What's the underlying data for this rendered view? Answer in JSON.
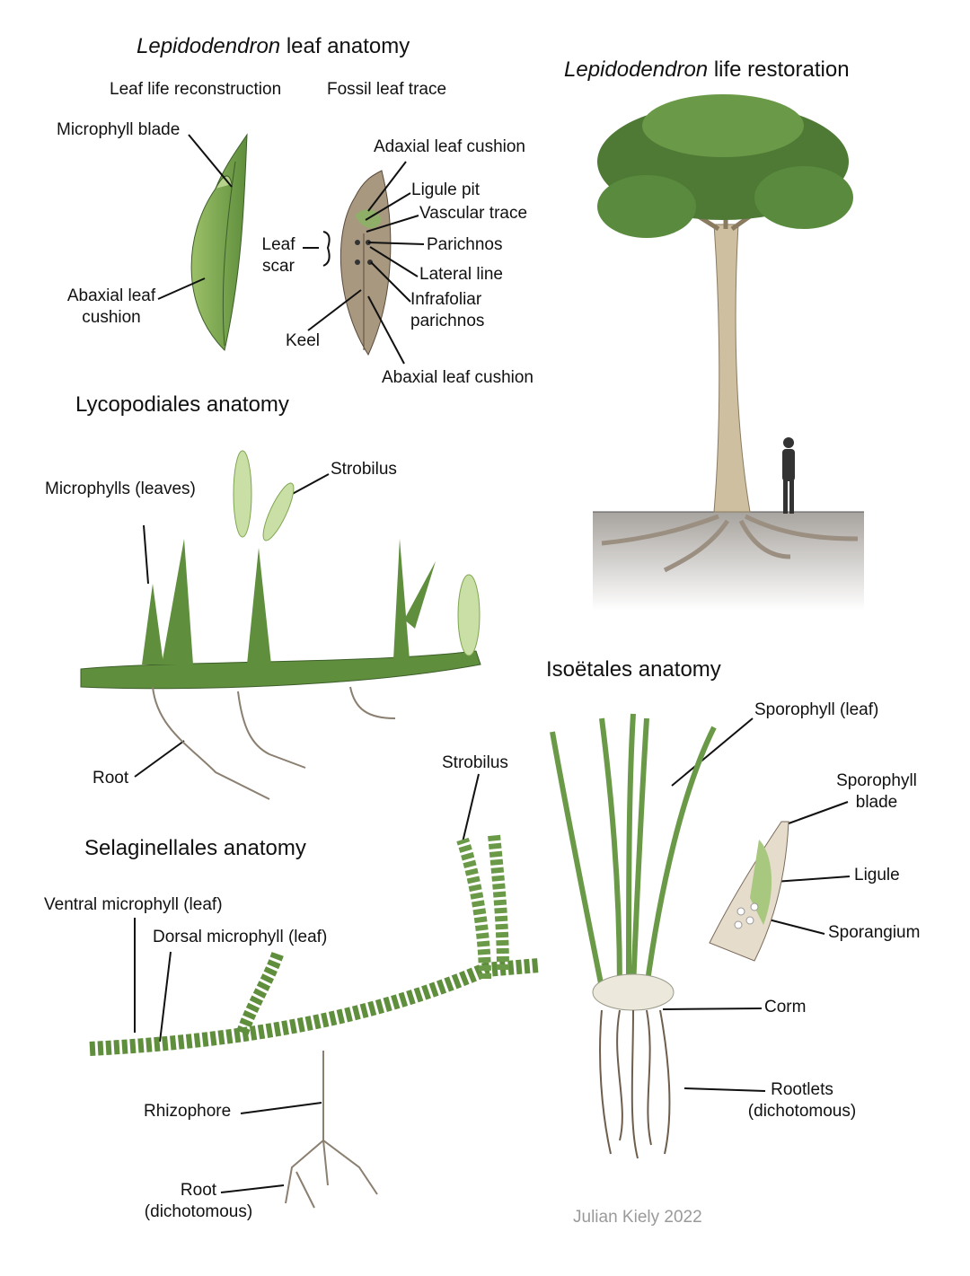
{
  "titles": {
    "leaf_anatomy_italic": "Lepidodendron",
    "leaf_anatomy_rest": " leaf anatomy",
    "restoration_italic": "Lepidodendron",
    "restoration_rest": " life restoration",
    "lycopodiales": "Lycopodiales anatomy",
    "isoetales": "Isoëtales anatomy",
    "selaginellales": "Selaginellales anatomy"
  },
  "leaf": {
    "sub_life": "Leaf life reconstruction",
    "sub_fossil": "Fossil leaf trace",
    "microphyll_blade": "Microphyll blade",
    "abaxial_1": "Abaxial leaf",
    "abaxial_2": "cushion",
    "adaxial": "Adaxial leaf cushion",
    "ligule_pit": "Ligule pit",
    "vascular_trace": "Vascular trace",
    "leaf_scar_1": "Leaf",
    "leaf_scar_2": "scar",
    "parichnos": "Parichnos",
    "lateral_line": "Lateral line",
    "infrafoliar_1": "Infrafoliar",
    "infrafoliar_2": "parichnos",
    "keel": "Keel",
    "abaxial_fossil": "Abaxial leaf cushion"
  },
  "lyco": {
    "microphylls": "Microphylls (leaves)",
    "strobilus": "Strobilus",
    "root": "Root"
  },
  "isoe": {
    "sporophyll_leaf": "Sporophyll (leaf)",
    "sporophyll_blade_1": "Sporophyll",
    "sporophyll_blade_2": "blade",
    "ligule": "Ligule",
    "sporangium": "Sporangium",
    "corm": "Corm",
    "rootlets_1": "Rootlets",
    "rootlets_2": "(dichotomous)"
  },
  "sela": {
    "strobilus": "Strobilus",
    "ventral": "Ventral microphyll (leaf)",
    "dorsal": "Dorsal microphyll (leaf)",
    "rhizophore": "Rhizophore",
    "root_1": "Root",
    "root_2": "(dichotomous)"
  },
  "credit": "Julian Kiely 2022",
  "colors": {
    "leaf_green": "#7fa650",
    "dark_green": "#4f7a35",
    "light_green": "#c9dfa6",
    "trunk": "#c9b99a",
    "ground": "#a8a5a0",
    "root": "#8a7f70"
  }
}
